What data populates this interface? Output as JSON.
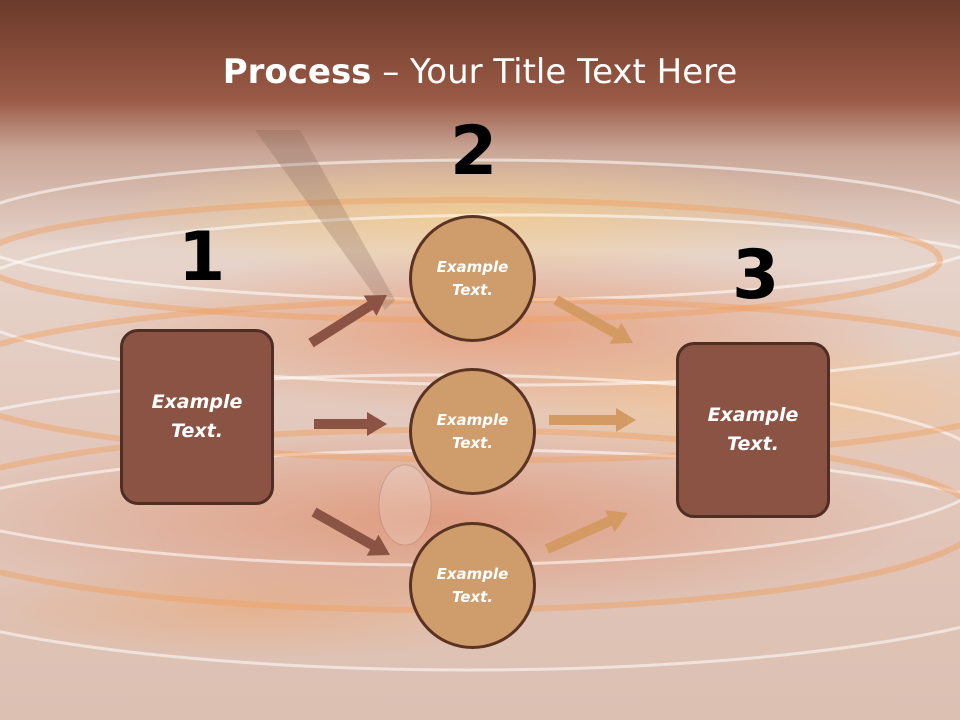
{
  "title": {
    "bold": "Process",
    "rest": " – Your Title Text Here"
  },
  "steps": [
    {
      "number": "1"
    },
    {
      "number": "2"
    },
    {
      "number": "3"
    }
  ],
  "left_box": {
    "text": "Example Text."
  },
  "circles": [
    {
      "text": "Example Text."
    },
    {
      "text": "Example Text."
    },
    {
      "text": "Example Text."
    }
  ],
  "right_box": {
    "text": "Example Text."
  },
  "colors": {
    "box_fill": "#8b5344",
    "box_border": "#4f2e24",
    "circle_fill": "#cf9d6b",
    "circle_border": "#5a3322",
    "arrow_dark": "#8b5344",
    "arrow_light": "#d39a63"
  }
}
